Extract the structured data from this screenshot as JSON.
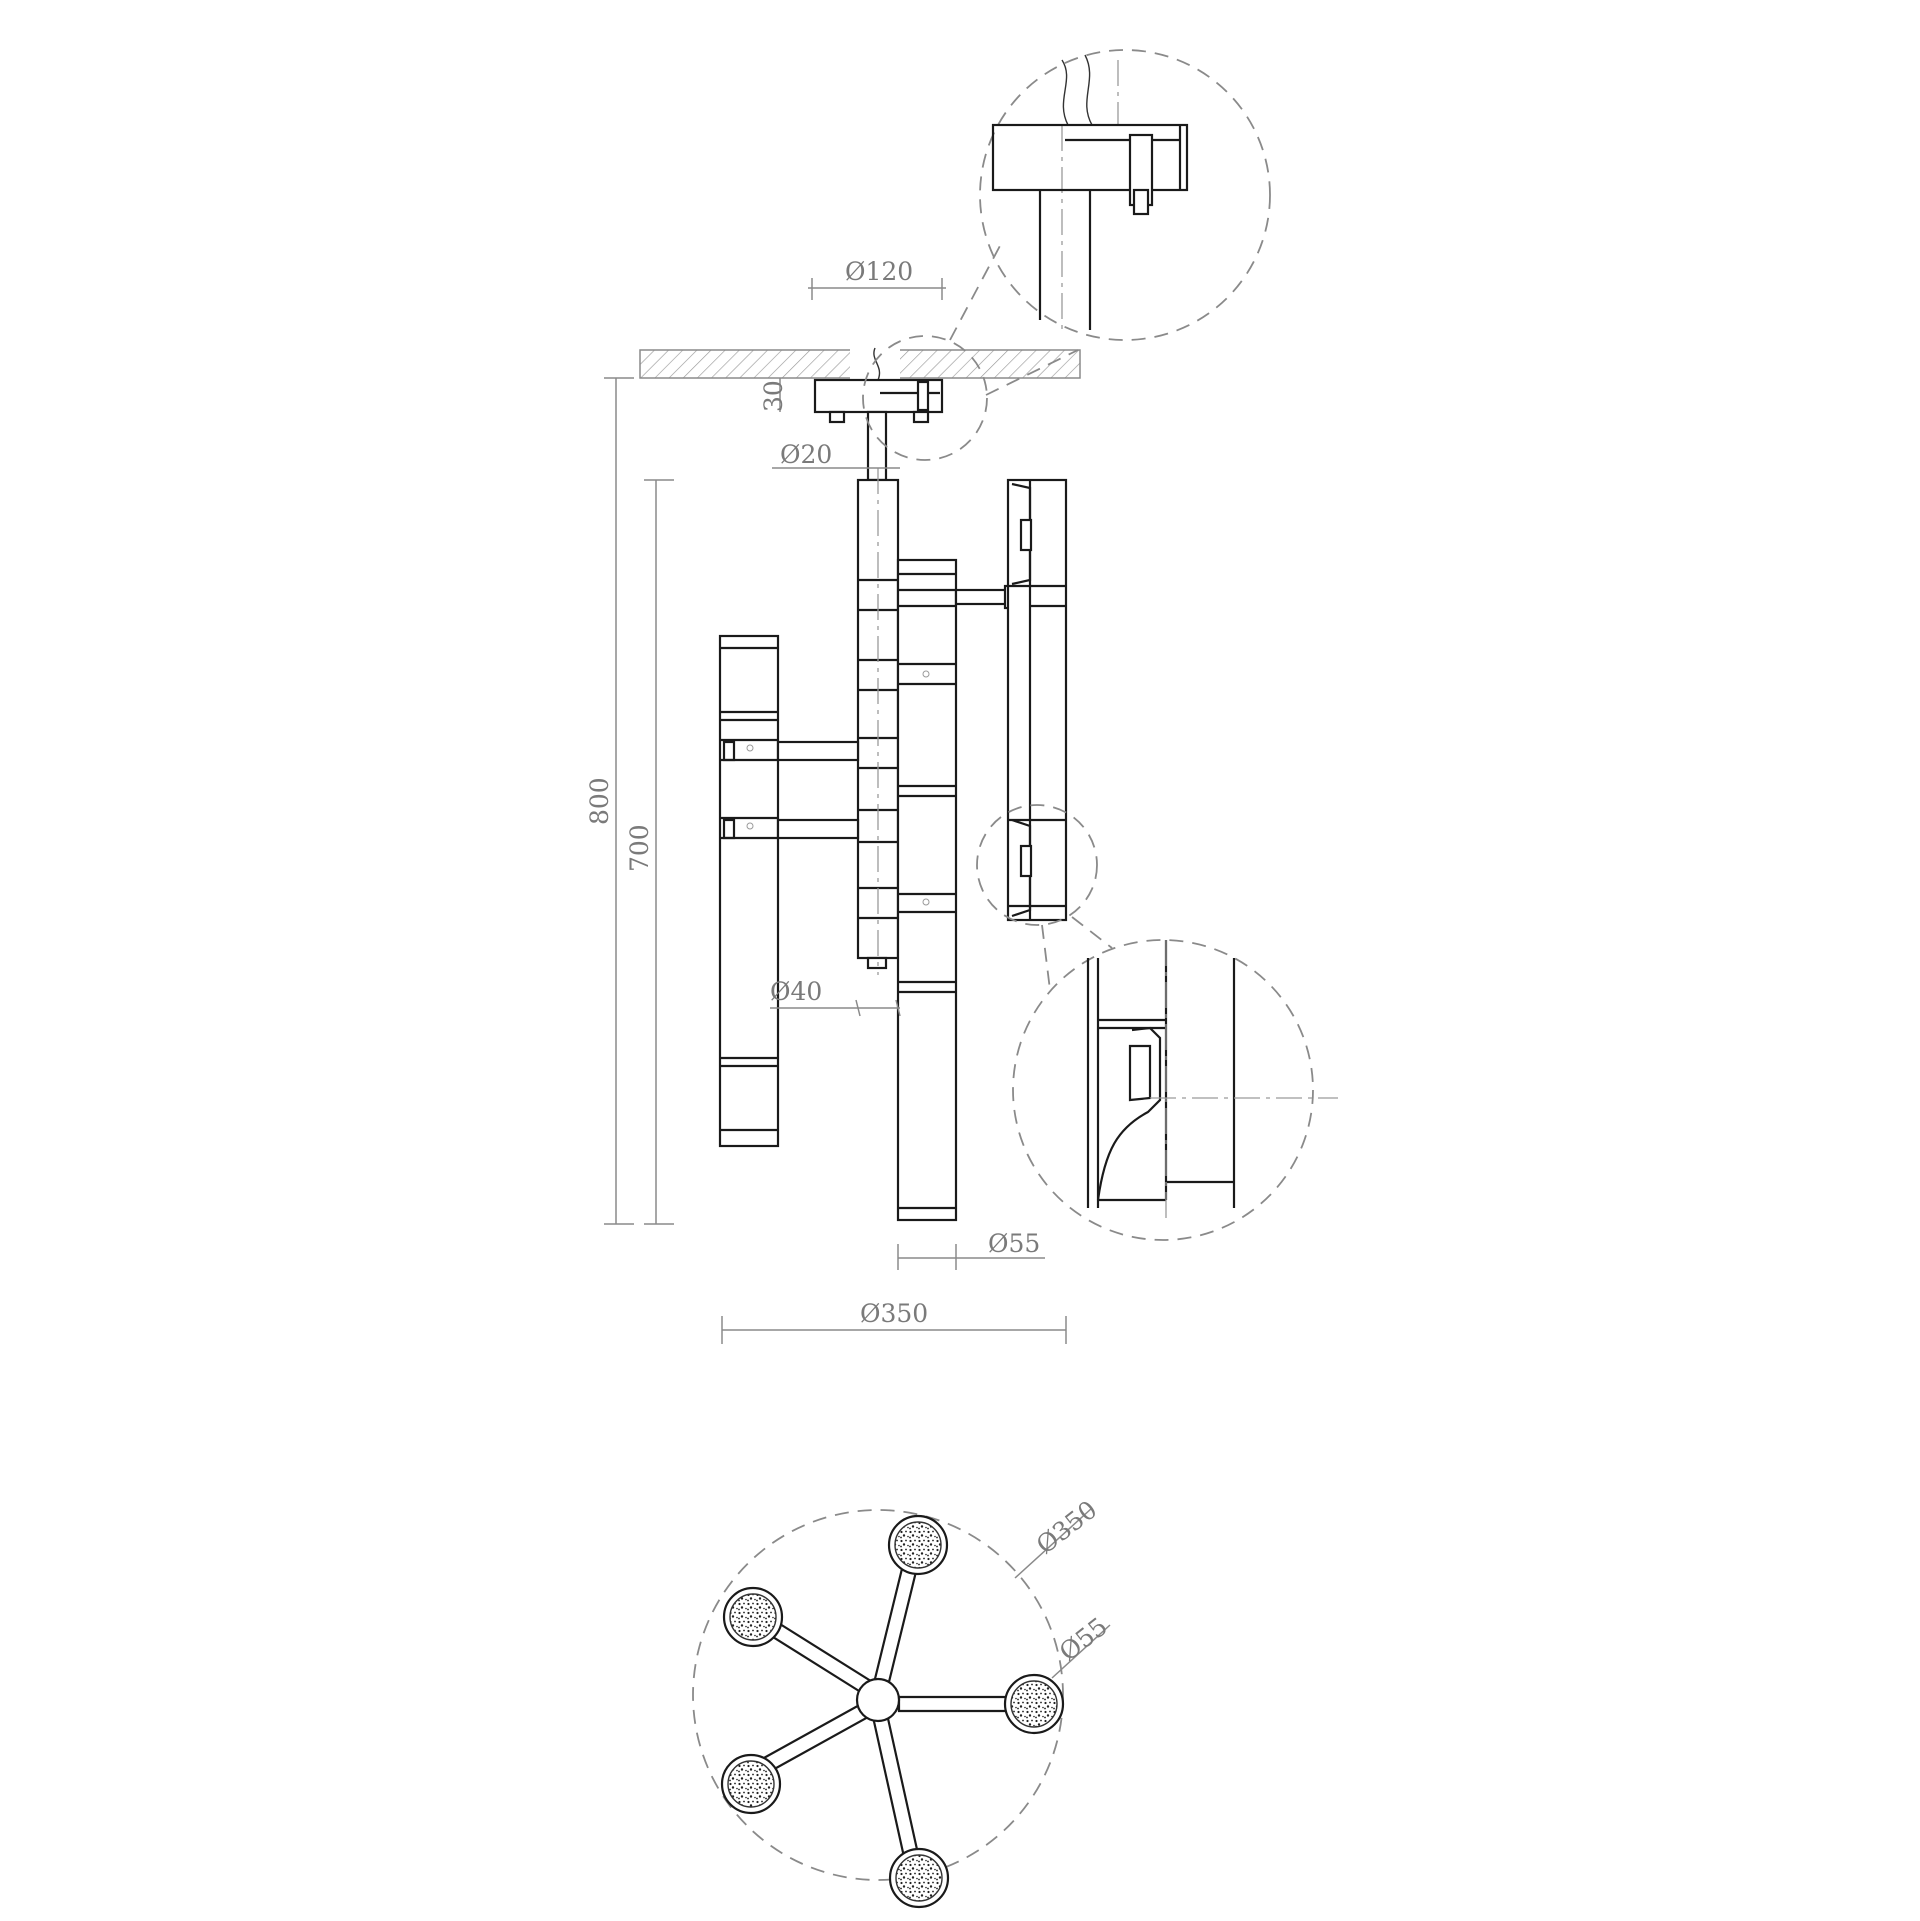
{
  "dimensions": {
    "canopy_diameter": "Ø120",
    "canopy_height": "30",
    "stem_diameter": "Ø20",
    "total_height": "800",
    "body_height": "700",
    "arm_diameter": "Ø40",
    "tube_diameter": "Ø55",
    "overall_diameter": "Ø350",
    "plan_overall_diameter": "Ø350",
    "plan_tube_diameter": "Ø55"
  }
}
